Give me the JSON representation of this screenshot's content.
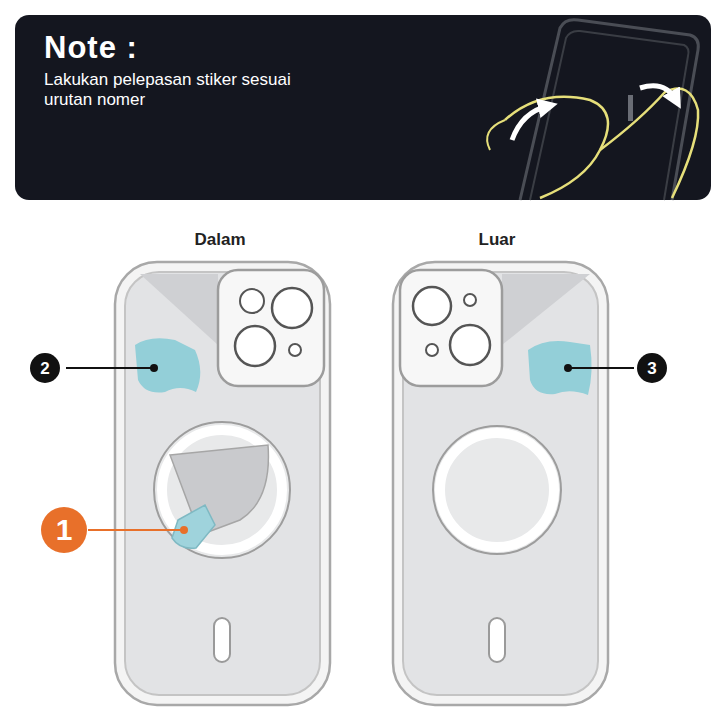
{
  "diagram": {
    "nodes": [
      {
        "text": [
          "Note :",
          "Lakukan pelepasan stiker sesuai urutan nomer"
        ]
      },
      {
        "text": [
          "2"
        ]
      },
      {
        "text": [
          "3"
        ]
      },
      {
        "text": [
          "1"
        ]
      }
    ],
    "labels": [
      "Dalam",
      "Luar"
    ]
  }
}
